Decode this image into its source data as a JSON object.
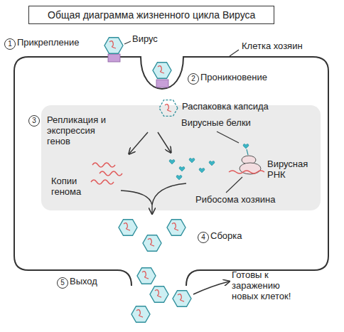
{
  "diagram": {
    "title": "Общая диаграмма жизненного цикла Вируса",
    "nodes": [
      {
        "text": [
          "Репликация и экспрессия генов",
          "Вирусные белки",
          "Копии генома",
          "Вирусная РНК",
          "Рибосома хозяина"
        ]
      }
    ],
    "labels": [
      "1",
      "Прикрепление",
      "Вирус",
      "Клетка хозяин",
      "2",
      "Проникновение",
      "Распаковка капсида",
      "3",
      "4",
      "Сборка",
      "5",
      "Выход",
      "Готовы к заражению новых клеток!"
    ]
  }
}
